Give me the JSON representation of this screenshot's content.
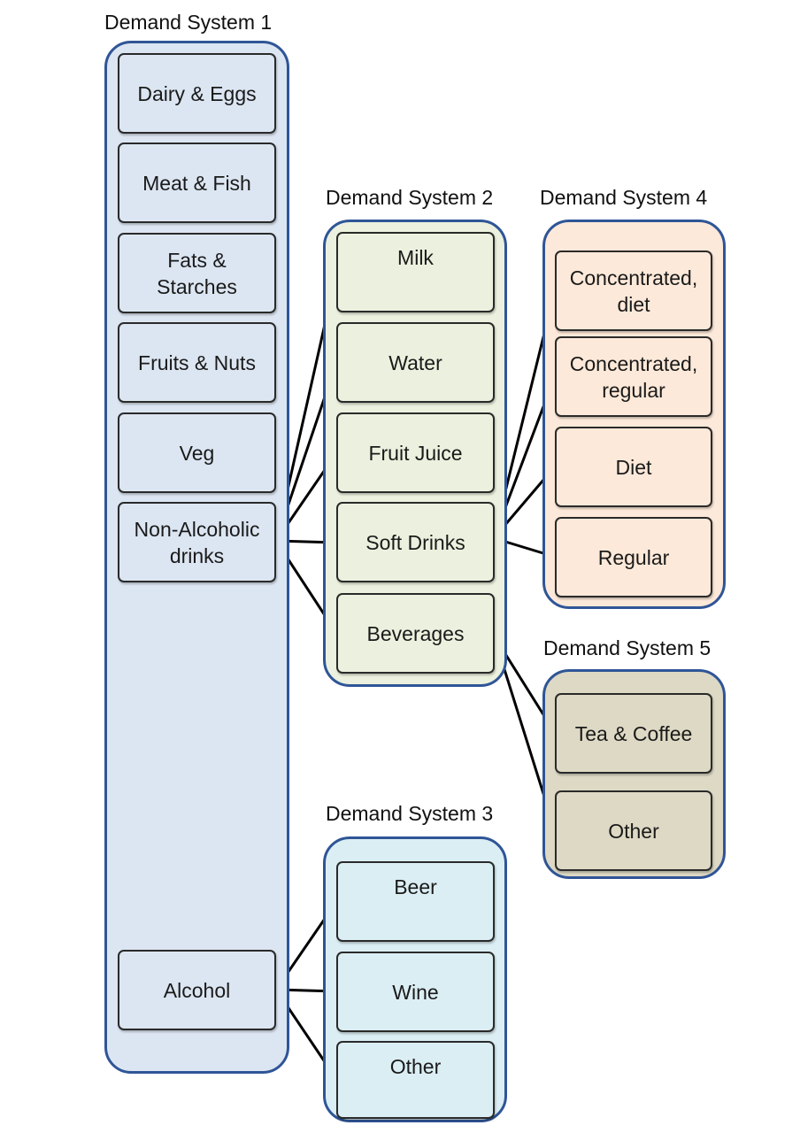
{
  "colors": {
    "border": "#2f5597",
    "system1": "#dce6f2",
    "system2": "#ebf1de",
    "system3": "#dbeef4",
    "system4": "#fde9d9",
    "system5": "#ddd9c4"
  },
  "systems": {
    "s1": {
      "title": "Demand System 1",
      "items": [
        "Dairy & Eggs",
        "Meat & Fish",
        "Fats &\nStarches",
        "Fruits & Nuts",
        "Veg",
        "Non-Alcoholic\ndrinks",
        "Alcohol"
      ]
    },
    "s2": {
      "title": "Demand System 2",
      "items": [
        "Milk",
        "Water",
        "Fruit Juice",
        "Soft Drinks",
        "Beverages"
      ]
    },
    "s3": {
      "title": "Demand System 3",
      "items": [
        "Beer",
        "Wine",
        "Other"
      ]
    },
    "s4": {
      "title": "Demand System 4",
      "items": [
        "Concentrated,\ndiet",
        "Concentrated,\nregular",
        "Diet",
        "Regular"
      ]
    },
    "s5": {
      "title": "Demand System 5",
      "items": [
        "Tea & Coffee",
        "Other"
      ]
    }
  },
  "links": [
    {
      "from": "Non-Alcoholic drinks",
      "to": [
        "Milk",
        "Water",
        "Fruit Juice",
        "Soft Drinks",
        "Beverages"
      ]
    },
    {
      "from": "Alcohol",
      "to": [
        "Beer",
        "Wine",
        "Other"
      ]
    },
    {
      "from": "Soft Drinks",
      "to": [
        "Concentrated, diet",
        "Concentrated, regular",
        "Diet",
        "Regular"
      ]
    },
    {
      "from": "Beverages",
      "to": [
        "Tea & Coffee",
        "Other"
      ]
    }
  ]
}
